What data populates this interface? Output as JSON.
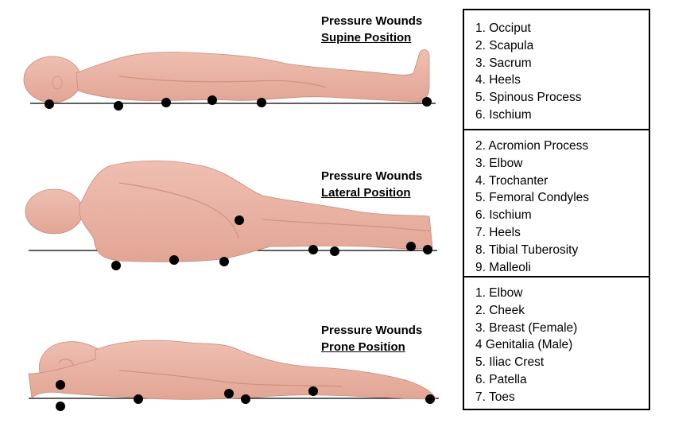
{
  "sections": [
    {
      "title_line1": "Pressure Wounds",
      "title_line2": "Supine Position",
      "items": [
        "1. Occiput",
        "2. Scapula",
        "3. Sacrum",
        "4. Heels",
        "5. Spinous Process",
        "6. Ischium"
      ]
    },
    {
      "title_line1": "Pressure Wounds",
      "title_line2": "Lateral Position",
      "items": [
        "2. Acromion Process",
        "3. Elbow",
        "4. Trochanter",
        "5. Femoral Condyles",
        "6. Ischium",
        "7. Heels",
        "8. Tibial Tuberosity",
        "9. Malleoli"
      ]
    },
    {
      "title_line1": "Pressure Wounds",
      "title_line2": "Prone Position",
      "items": [
        "1. Elbow",
        "2. Cheek",
        "3. Breast (Female)",
        "4 Genitalia (Male)",
        "5. Iliac Crest",
        "6. Patella",
        "7. Toes"
      ]
    }
  ],
  "colors": {
    "skin": "#eab2a3",
    "skin_shade": "#d99b8b",
    "marker": "#000000",
    "line": "#000000"
  }
}
